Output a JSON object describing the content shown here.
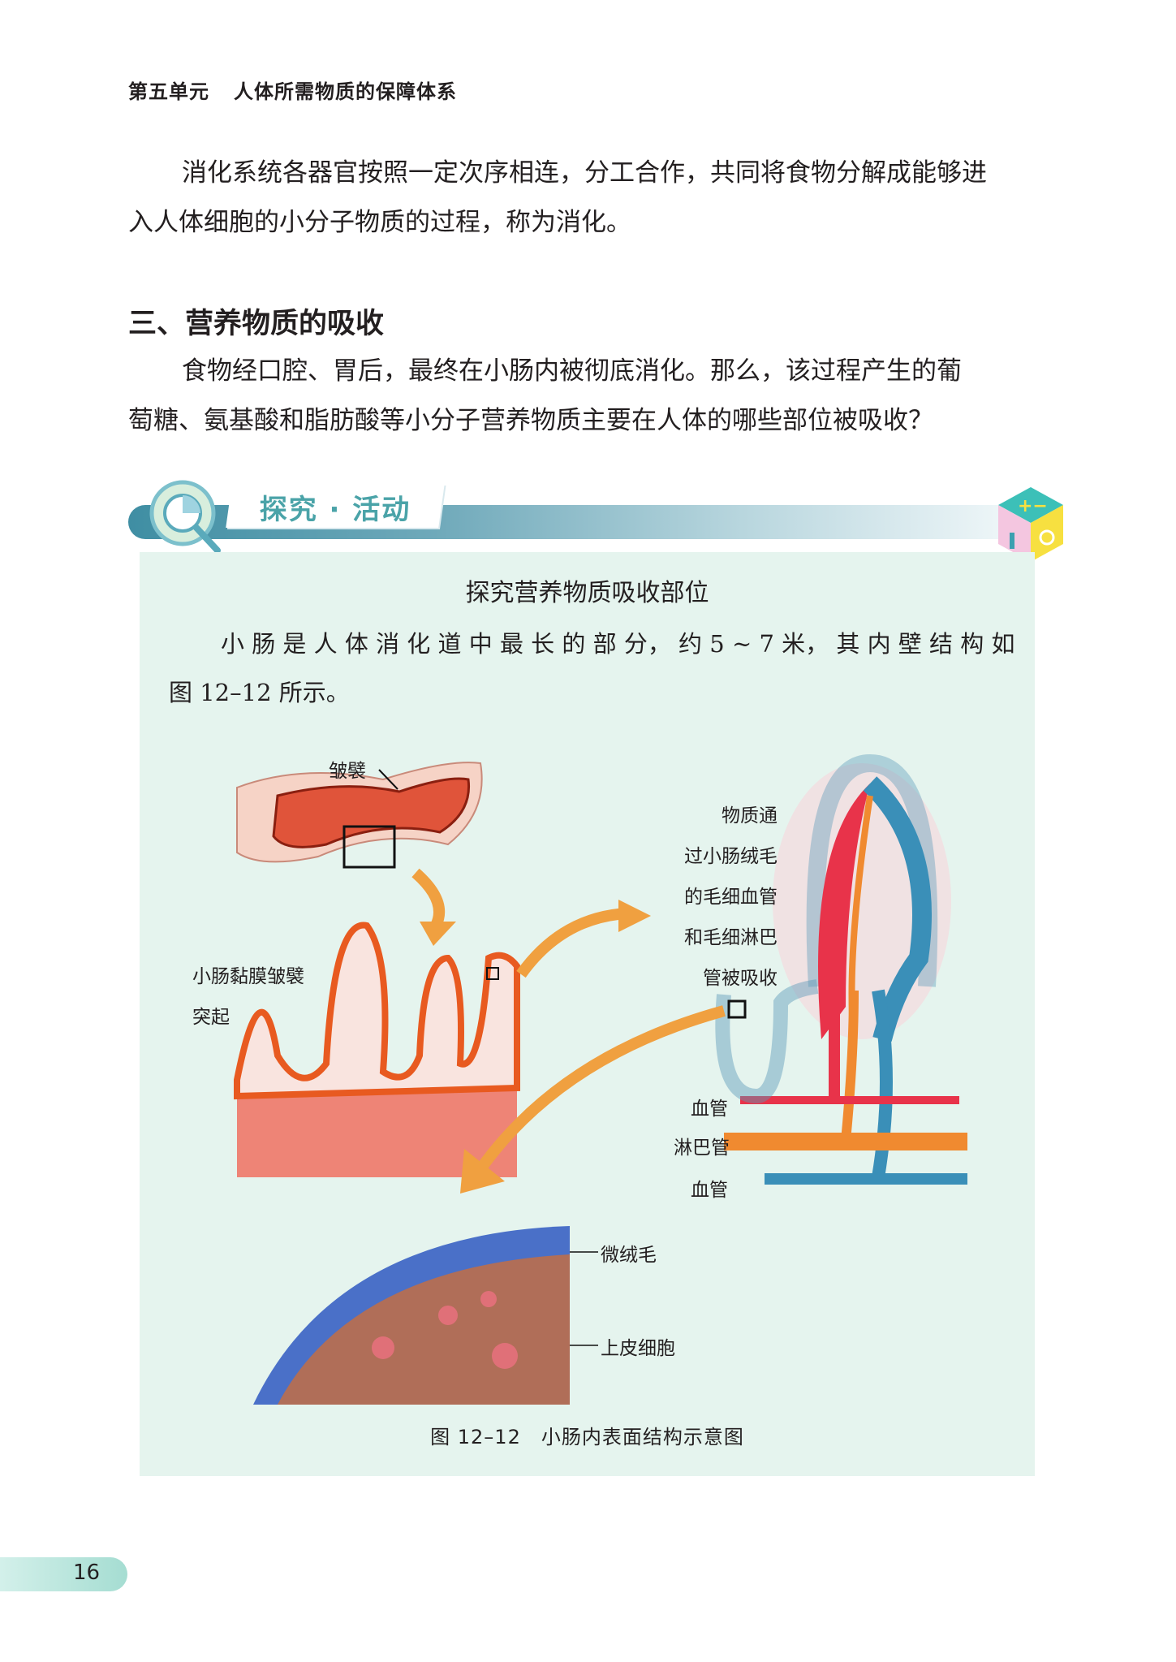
{
  "header": {
    "unit": "第五单元",
    "title": "人体所需物质的保障体系"
  },
  "paragraph1": {
    "lines": [
      "消化系统各器官按照一定次序相连，分工合作，共同将食物分解成能够进",
      "入人体细胞的小分子物质的过程，称为消化。"
    ]
  },
  "section_heading": "三、营养物质的吸收",
  "paragraph2": {
    "lines": [
      "食物经口腔、胃后，最终在小肠内被彻底消化。那么，该过程产生的葡",
      "萄糖、氨基酸和脂肪酸等小分子营养物质主要在人体的哪些部位被吸收？"
    ]
  },
  "activity": {
    "banner_label": "探究 · 活动",
    "title": "探究营养物质吸收部位",
    "text_lines": [
      "小 肠 是 人 体 消 化 道 中 最 长 的 部 分， 约 5 ~ 7 米， 其 内 壁 结 构 如",
      "图 12–12 所示。"
    ],
    "figure": {
      "labels": {
        "fold": "皱襞",
        "mucosa_fold_1": "小肠黏膜皱襞",
        "mucosa_fold_2": "突起",
        "absorb": [
          "物质通",
          "过小肠绒毛",
          "的毛细血管",
          "和毛细淋巴",
          "管被吸收"
        ],
        "blood_vessel_1": "血管",
        "lymph_vessel": "淋巴管",
        "blood_vessel_2": "血管",
        "microvilli": "微绒毛",
        "epithelial_cell": "上皮细胞"
      },
      "caption": "图 12–12　小肠内表面结构示意图"
    }
  },
  "page_number": "16",
  "colors": {
    "box_bg": "#e5f4ee",
    "banner_text": "#4aa3a8",
    "arrow": "#f0a040"
  }
}
